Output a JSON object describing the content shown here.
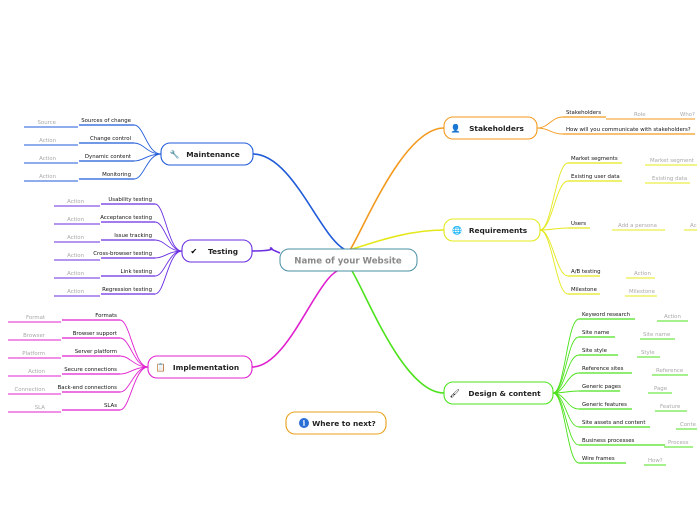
{
  "center": {
    "label": "Name of your Website",
    "color": "#4a90a4"
  },
  "branches": [
    {
      "key": "maintenance",
      "label": "Maintenance",
      "icon": "wrench-icon",
      "glyph": "🔧",
      "color": "#1f5bd8",
      "children": [
        {
          "label": "Sources of change",
          "sub": [
            "Source"
          ]
        },
        {
          "label": "Change control",
          "sub": [
            "Action"
          ]
        },
        {
          "label": "Dynamic content",
          "sub": [
            "Action"
          ]
        },
        {
          "label": "Monitoring",
          "sub": [
            "Action"
          ]
        }
      ]
    },
    {
      "key": "testing",
      "label": "Testing",
      "icon": "checkmark-icon",
      "glyph": "✔",
      "color": "#6a2ee0",
      "children": [
        {
          "label": "Usability testing",
          "sub": [
            "Action"
          ]
        },
        {
          "label": "Acceptance testing",
          "sub": [
            "Action"
          ]
        },
        {
          "label": "Issue tracking",
          "sub": [
            "Action"
          ]
        },
        {
          "label": "Cross-browser testing",
          "sub": [
            "Action"
          ]
        },
        {
          "label": "Link testing",
          "sub": [
            "Action"
          ]
        },
        {
          "label": "Regression testing",
          "sub": [
            "Action"
          ]
        }
      ]
    },
    {
      "key": "implementation",
      "label": "Implementation",
      "icon": "clipboard-icon",
      "glyph": "📋",
      "color": "#e020d0",
      "children": [
        {
          "label": "Formats",
          "sub": [
            "Format"
          ]
        },
        {
          "label": "Browser support",
          "sub": [
            "Browser"
          ]
        },
        {
          "label": "Server platform",
          "sub": [
            "Platform"
          ]
        },
        {
          "label": "Secure connections",
          "sub": [
            "Action"
          ]
        },
        {
          "label": "Back-end connections",
          "sub": [
            "Connection"
          ]
        },
        {
          "label": "SLAs",
          "sub": [
            "SLA"
          ]
        }
      ]
    },
    {
      "key": "stakeholders",
      "label": "Stakeholders",
      "icon": "person-icon",
      "glyph": "👤",
      "color": "#f39a1e",
      "children": [
        {
          "label": "Stakeholders",
          "sub": [
            "Role",
            "Who?"
          ]
        },
        {
          "label": "How will you communicate with stakeholders?",
          "sub": []
        }
      ]
    },
    {
      "key": "requirements",
      "label": "Requirements",
      "icon": "globe-icon",
      "glyph": "🌐",
      "color": "#e4e81a",
      "children": [
        {
          "label": "Market segments",
          "sub": [
            "Market segment"
          ]
        },
        {
          "label": "Existing user data",
          "sub": [
            "Existing data"
          ]
        },
        {
          "label": "Users",
          "sub": [
            "Add a persona",
            "Ac"
          ]
        },
        {
          "label": "A/B testing",
          "sub": [
            "Action"
          ]
        },
        {
          "label": "Milestone",
          "sub": [
            "Milestone"
          ]
        }
      ]
    },
    {
      "key": "design",
      "label": "Design & content",
      "icon": "paintbrush-icon",
      "glyph": "🖌",
      "color": "#4ce21c",
      "children": [
        {
          "label": "Keyword research",
          "sub": [
            "Action"
          ]
        },
        {
          "label": "Site name",
          "sub": [
            "Site name"
          ]
        },
        {
          "label": "Site style",
          "sub": [
            "Style"
          ]
        },
        {
          "label": "Reference sites",
          "sub": [
            "Reference"
          ]
        },
        {
          "label": "Generic pages",
          "sub": [
            "Page"
          ]
        },
        {
          "label": "Generic features",
          "sub": [
            "Feature"
          ]
        },
        {
          "label": "Site assets and content",
          "sub": [
            "Conte"
          ]
        },
        {
          "label": "Business processes",
          "sub": [
            "Process"
          ]
        },
        {
          "label": "Wire frames",
          "sub": [
            "How?"
          ]
        }
      ]
    }
  ],
  "floating": {
    "label": "Where to next?",
    "icon": "info-icon",
    "glyph": "i",
    "color": "#e8a018"
  }
}
